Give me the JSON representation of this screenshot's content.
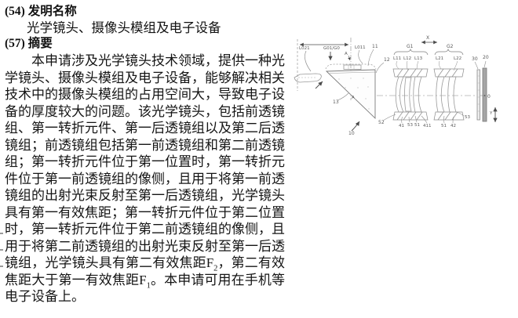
{
  "doc": {
    "field54_label": "(54) 发明名称",
    "title": "光学镜头、摄像头模组及电子设备",
    "field57_label": "(57) 摘要",
    "abstract": {
      "p1": "本申请涉及光学镜头技术领域，提供一种光学镜头、摄像头模组及电子设备，能够解决相关技术中的摄像头模组的占用空间大，导致电子设备的厚度较大的问题。该光学镜头，包括前透镜组、第一转折元件、第一后透镜组以及第二后透镜组；前透镜组包括第一前透镜组和第二前透镜组；第一转折元件位于第一位置时，第一转折元件位于第一前透镜组的像侧，且用于将第一前透镜组的出射光束反射至第一后透镜组，光学镜头具有第一有效焦距；第一转折元件位于第二位置时，第一转折元件位于第二前透镜组的像侧，且用于将第二前透镜组的出射光束反射至第一后透镜组，光学镜头具有第二有效焦距F",
      "sub2": "2",
      "p2": "，第二有效焦距大于第一有效焦距F",
      "sub1": "1",
      "p3": "。本申请可用在手机等电子设备上。"
    }
  },
  "figure": {
    "labels": {
      "l021": "L021",
      "g01g0": "G01/G0",
      "aTop": "A",
      "aMid": "A",
      "l011": "L011",
      "n11": "11",
      "n12": "12",
      "n13": "13",
      "n10": "10",
      "xAxis": "X",
      "yAxis": "Y",
      "g1": "G1",
      "g2": "G2",
      "l11": "L11",
      "l12": "L12",
      "l13": "L13",
      "l21": "L21",
      "l22": "L22",
      "n30": "30",
      "n20": "20",
      "n0": "0",
      "n52": "52",
      "n41": "41",
      "n53a": "53",
      "n51a": "51",
      "n411": "411",
      "n51b": "51",
      "n42": "42",
      "n53b": "53"
    },
    "line_color": "#8c8c8c",
    "plate_fill": "#a6a6a6"
  }
}
